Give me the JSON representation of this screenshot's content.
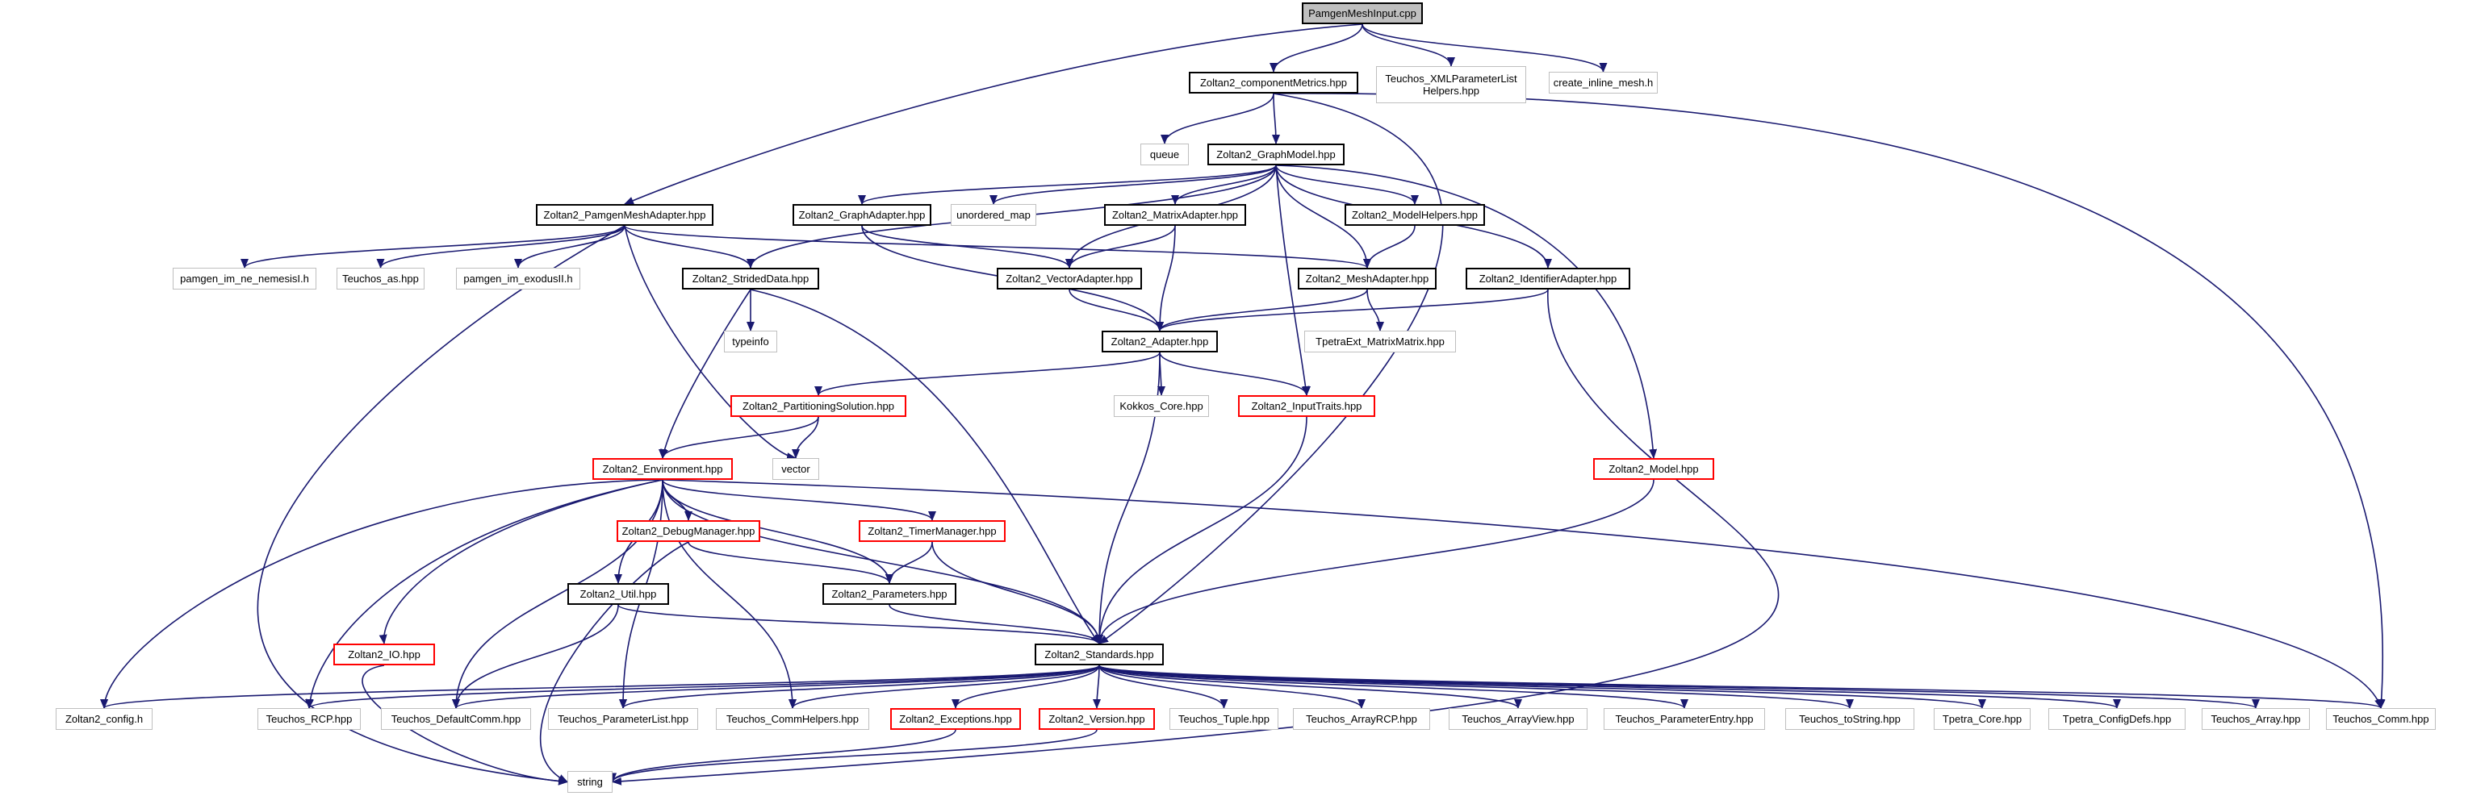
{
  "graph": {
    "edge_color": "#191970",
    "nodes": [
      {
        "id": "pamgen_mesh_input",
        "label": "PamgenMeshInput.cpp",
        "kind": "main"
      },
      {
        "id": "component_metrics",
        "label": "Zoltan2_componentMetrics.hpp",
        "kind": "doc"
      },
      {
        "id": "teuchos_xml",
        "label": "Teuchos_XMLParameterList\nHelpers.hpp",
        "kind": "ext"
      },
      {
        "id": "create_inline_mesh",
        "label": "create_inline_mesh.h",
        "kind": "ext"
      },
      {
        "id": "queue",
        "label": "queue",
        "kind": "ext"
      },
      {
        "id": "graph_model",
        "label": "Zoltan2_GraphModel.hpp",
        "kind": "doc"
      },
      {
        "id": "pamgen_mesh_adapter",
        "label": "Zoltan2_PamgenMeshAdapter.hpp",
        "kind": "doc"
      },
      {
        "id": "graph_adapter",
        "label": "Zoltan2_GraphAdapter.hpp",
        "kind": "doc"
      },
      {
        "id": "unordered_map",
        "label": "unordered_map",
        "kind": "ext"
      },
      {
        "id": "matrix_adapter",
        "label": "Zoltan2_MatrixAdapter.hpp",
        "kind": "doc"
      },
      {
        "id": "model_helpers",
        "label": "Zoltan2_ModelHelpers.hpp",
        "kind": "doc"
      },
      {
        "id": "pamgen_nemesis",
        "label": "pamgen_im_ne_nemesisI.h",
        "kind": "ext"
      },
      {
        "id": "teuchos_as",
        "label": "Teuchos_as.hpp",
        "kind": "ext"
      },
      {
        "id": "pamgen_exodus",
        "label": "pamgen_im_exodusII.h",
        "kind": "ext"
      },
      {
        "id": "strided_data",
        "label": "Zoltan2_StridedData.hpp",
        "kind": "doc"
      },
      {
        "id": "vector_adapter",
        "label": "Zoltan2_VectorAdapter.hpp",
        "kind": "doc"
      },
      {
        "id": "mesh_adapter",
        "label": "Zoltan2_MeshAdapter.hpp",
        "kind": "doc"
      },
      {
        "id": "identifier_adapter",
        "label": "Zoltan2_IdentifierAdapter.hpp",
        "kind": "doc"
      },
      {
        "id": "typeinfo",
        "label": "typeinfo",
        "kind": "ext"
      },
      {
        "id": "adapter",
        "label": "Zoltan2_Adapter.hpp",
        "kind": "doc"
      },
      {
        "id": "tpetraext",
        "label": "TpetraExt_MatrixMatrix.hpp",
        "kind": "ext"
      },
      {
        "id": "partitioning_solution",
        "label": "Zoltan2_PartitioningSolution.hpp",
        "kind": "red"
      },
      {
        "id": "kokkos_core",
        "label": "Kokkos_Core.hpp",
        "kind": "ext"
      },
      {
        "id": "input_traits",
        "label": "Zoltan2_InputTraits.hpp",
        "kind": "red"
      },
      {
        "id": "environment",
        "label": "Zoltan2_Environment.hpp",
        "kind": "red"
      },
      {
        "id": "vector",
        "label": "vector",
        "kind": "ext"
      },
      {
        "id": "model",
        "label": "Zoltan2_Model.hpp",
        "kind": "red"
      },
      {
        "id": "debug_manager",
        "label": "Zoltan2_DebugManager.hpp",
        "kind": "red"
      },
      {
        "id": "timer_manager",
        "label": "Zoltan2_TimerManager.hpp",
        "kind": "red"
      },
      {
        "id": "util",
        "label": "Zoltan2_Util.hpp",
        "kind": "doc"
      },
      {
        "id": "parameters",
        "label": "Zoltan2_Parameters.hpp",
        "kind": "doc"
      },
      {
        "id": "io",
        "label": "Zoltan2_IO.hpp",
        "kind": "red"
      },
      {
        "id": "standards",
        "label": "Zoltan2_Standards.hpp",
        "kind": "doc"
      },
      {
        "id": "config",
        "label": "Zoltan2_config.h",
        "kind": "ext"
      },
      {
        "id": "teuchos_rcp",
        "label": "Teuchos_RCP.hpp",
        "kind": "ext"
      },
      {
        "id": "teuchos_defaultcomm",
        "label": "Teuchos_DefaultComm.hpp",
        "kind": "ext"
      },
      {
        "id": "teuchos_parameterlist",
        "label": "Teuchos_ParameterList.hpp",
        "kind": "ext"
      },
      {
        "id": "teuchos_commhelpers",
        "label": "Teuchos_CommHelpers.hpp",
        "kind": "ext"
      },
      {
        "id": "exceptions",
        "label": "Zoltan2_Exceptions.hpp",
        "kind": "red"
      },
      {
        "id": "version",
        "label": "Zoltan2_Version.hpp",
        "kind": "red"
      },
      {
        "id": "teuchos_tuple",
        "label": "Teuchos_Tuple.hpp",
        "kind": "ext"
      },
      {
        "id": "teuchos_arrayrcp",
        "label": "Teuchos_ArrayRCP.hpp",
        "kind": "ext"
      },
      {
        "id": "teuchos_arrayview",
        "label": "Teuchos_ArrayView.hpp",
        "kind": "ext"
      },
      {
        "id": "teuchos_parameterentry",
        "label": "Teuchos_ParameterEntry.hpp",
        "kind": "ext"
      },
      {
        "id": "teuchos_tostring",
        "label": "Teuchos_toString.hpp",
        "kind": "ext"
      },
      {
        "id": "tpetra_core",
        "label": "Tpetra_Core.hpp",
        "kind": "ext"
      },
      {
        "id": "tpetra_configdefs",
        "label": "Tpetra_ConfigDefs.hpp",
        "kind": "ext"
      },
      {
        "id": "teuchos_array",
        "label": "Teuchos_Array.hpp",
        "kind": "ext"
      },
      {
        "id": "teuchos_comm",
        "label": "Teuchos_Comm.hpp",
        "kind": "ext"
      },
      {
        "id": "string",
        "label": "string",
        "kind": "ext"
      }
    ],
    "edges": [
      [
        "pamgen_mesh_input",
        "component_metrics"
      ],
      [
        "pamgen_mesh_input",
        "teuchos_xml"
      ],
      [
        "pamgen_mesh_input",
        "create_inline_mesh"
      ],
      [
        "pamgen_mesh_input",
        "pamgen_mesh_adapter"
      ],
      [
        "component_metrics",
        "queue"
      ],
      [
        "component_metrics",
        "graph_model"
      ],
      [
        "component_metrics",
        "standards"
      ],
      [
        "component_metrics",
        "teuchos_comm"
      ],
      [
        "graph_model",
        "graph_adapter"
      ],
      [
        "graph_model",
        "unordered_map"
      ],
      [
        "graph_model",
        "matrix_adapter"
      ],
      [
        "graph_model",
        "model_helpers"
      ],
      [
        "graph_model",
        "strided_data"
      ],
      [
        "graph_model",
        "vector_adapter"
      ],
      [
        "graph_model",
        "mesh_adapter"
      ],
      [
        "graph_model",
        "identifier_adapter"
      ],
      [
        "graph_model",
        "input_traits"
      ],
      [
        "graph_model",
        "model"
      ],
      [
        "pamgen_mesh_adapter",
        "pamgen_nemesis"
      ],
      [
        "pamgen_mesh_adapter",
        "teuchos_as"
      ],
      [
        "pamgen_mesh_adapter",
        "pamgen_exodus"
      ],
      [
        "pamgen_mesh_adapter",
        "strided_data"
      ],
      [
        "pamgen_mesh_adapter",
        "mesh_adapter"
      ],
      [
        "pamgen_mesh_adapter",
        "vector"
      ],
      [
        "pamgen_mesh_adapter",
        "string"
      ],
      [
        "graph_adapter",
        "vector_adapter"
      ],
      [
        "graph_adapter",
        "adapter"
      ],
      [
        "matrix_adapter",
        "vector_adapter"
      ],
      [
        "matrix_adapter",
        "adapter"
      ],
      [
        "model_helpers",
        "mesh_adapter"
      ],
      [
        "strided_data",
        "typeinfo"
      ],
      [
        "strided_data",
        "environment"
      ],
      [
        "strided_data",
        "standards"
      ],
      [
        "vector_adapter",
        "adapter"
      ],
      [
        "mesh_adapter",
        "adapter"
      ],
      [
        "mesh_adapter",
        "tpetraext"
      ],
      [
        "identifier_adapter",
        "adapter"
      ],
      [
        "identifier_adapter",
        "string"
      ],
      [
        "adapter",
        "partitioning_solution"
      ],
      [
        "adapter",
        "kokkos_core"
      ],
      [
        "adapter",
        "input_traits"
      ],
      [
        "adapter",
        "standards"
      ],
      [
        "partitioning_solution",
        "environment"
      ],
      [
        "partitioning_solution",
        "vector"
      ],
      [
        "input_traits",
        "standards"
      ],
      [
        "model",
        "standards"
      ],
      [
        "environment",
        "config"
      ],
      [
        "environment",
        "teuchos_rcp"
      ],
      [
        "environment",
        "io"
      ],
      [
        "environment",
        "debug_manager"
      ],
      [
        "environment",
        "util"
      ],
      [
        "environment",
        "timer_manager"
      ],
      [
        "environment",
        "parameters"
      ],
      [
        "environment",
        "teuchos_defaultcomm"
      ],
      [
        "environment",
        "teuchos_parameterlist"
      ],
      [
        "environment",
        "teuchos_commhelpers"
      ],
      [
        "environment",
        "standards"
      ],
      [
        "environment",
        "teuchos_comm"
      ],
      [
        "debug_manager",
        "parameters"
      ],
      [
        "debug_manager",
        "string"
      ],
      [
        "timer_manager",
        "parameters"
      ],
      [
        "timer_manager",
        "standards"
      ],
      [
        "util",
        "standards"
      ],
      [
        "util",
        "teuchos_defaultcomm"
      ],
      [
        "parameters",
        "standards"
      ],
      [
        "io",
        "string"
      ],
      [
        "standards",
        "config"
      ],
      [
        "standards",
        "teuchos_rcp"
      ],
      [
        "standards",
        "teuchos_defaultcomm"
      ],
      [
        "standards",
        "teuchos_parameterlist"
      ],
      [
        "standards",
        "teuchos_commhelpers"
      ],
      [
        "standards",
        "exceptions"
      ],
      [
        "standards",
        "version"
      ],
      [
        "standards",
        "teuchos_tuple"
      ],
      [
        "standards",
        "teuchos_arrayrcp"
      ],
      [
        "standards",
        "teuchos_arrayview"
      ],
      [
        "standards",
        "teuchos_parameterentry"
      ],
      [
        "standards",
        "teuchos_tostring"
      ],
      [
        "standards",
        "tpetra_core"
      ],
      [
        "standards",
        "tpetra_configdefs"
      ],
      [
        "standards",
        "teuchos_array"
      ],
      [
        "standards",
        "teuchos_comm"
      ],
      [
        "exceptions",
        "string"
      ],
      [
        "version",
        "string"
      ]
    ]
  }
}
